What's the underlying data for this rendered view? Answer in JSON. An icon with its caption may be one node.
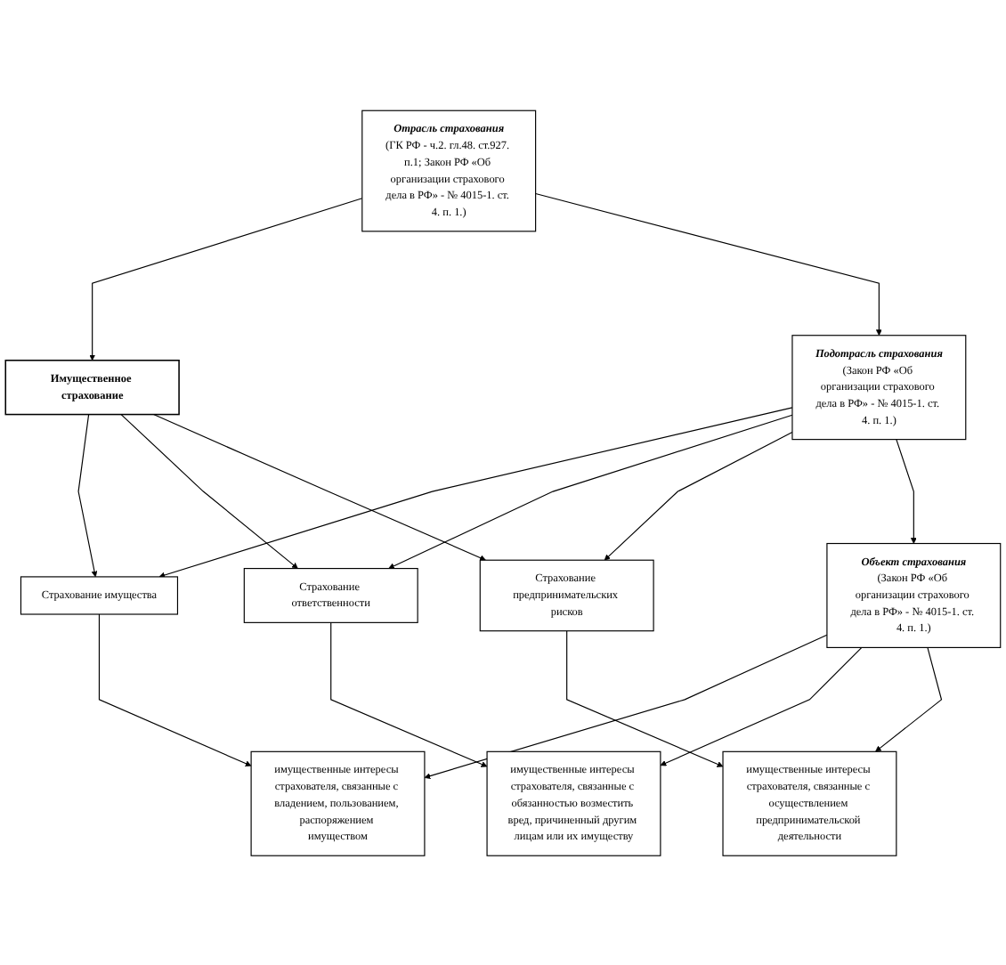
{
  "diagram": {
    "nodes": [
      {
        "text": [
          "Имущественное страхование"
        ]
      },
      {
        "text": [
          "Отрасль страхования",
          "(ГК РФ - ч.2. гл.48. ст.927. п.1; Закон РФ «Об организации страхового дела в РФ» - № 4015-1. ст. 4. п. 1.)"
        ]
      },
      {
        "text": [
          "Страхование имущества"
        ]
      },
      {
        "text": [
          "Страхование ответственности"
        ]
      },
      {
        "text": [
          "Страхование предпринимательских рисков"
        ]
      },
      {
        "text": [
          "Подотрасль страхования",
          "(Закон РФ «Об организации страхового дела в РФ» - № 4015-1. ст. 4. п. 1.)"
        ]
      },
      {
        "text": [
          "Объект страхования",
          "(Закон РФ «Об организации страхового дела в РФ» - № 4015-1. ст. 4. п. 1.)"
        ]
      },
      {
        "text": [
          "имущественные интересы страхователя, связанные с владением, пользованием, распоряжением имуществом"
        ]
      },
      {
        "text": [
          "имущественные интересы страхователя, связанные с обязанностью возместить вред, причиненный другим лицам или их имуществу"
        ]
      },
      {
        "text": [
          "имущественные интересы страхователя, связанные с осуществлением предпринимательской деятельности"
        ]
      }
    ],
    "edges": [
      {
        "from": 1,
        "to": 0,
        "arrow": "to"
      },
      {
        "from": 0,
        "to": 2,
        "arrow": "to"
      },
      {
        "from": 0,
        "to": 3,
        "arrow": "to"
      },
      {
        "from": 0,
        "to": 4,
        "arrow": "to"
      },
      {
        "from": 1,
        "to": 5,
        "arrow": "to"
      },
      {
        "from": 5,
        "to": 2,
        "arrow": "to"
      },
      {
        "from": 5,
        "to": 3,
        "arrow": "to"
      },
      {
        "from": 5,
        "to": 4,
        "arrow": "to"
      },
      {
        "from": 5,
        "to": 6,
        "arrow": "to"
      },
      {
        "from": 6,
        "to": 7,
        "arrow": "to"
      },
      {
        "from": 6,
        "to": 8,
        "arrow": "to"
      },
      {
        "from": 6,
        "to": 9,
        "arrow": "to"
      },
      {
        "from": 2,
        "to": 7,
        "arrow": "to"
      },
      {
        "from": 3,
        "to": 8,
        "arrow": "to"
      },
      {
        "from": 4,
        "to": 9,
        "arrow": "to"
      }
    ]
  }
}
